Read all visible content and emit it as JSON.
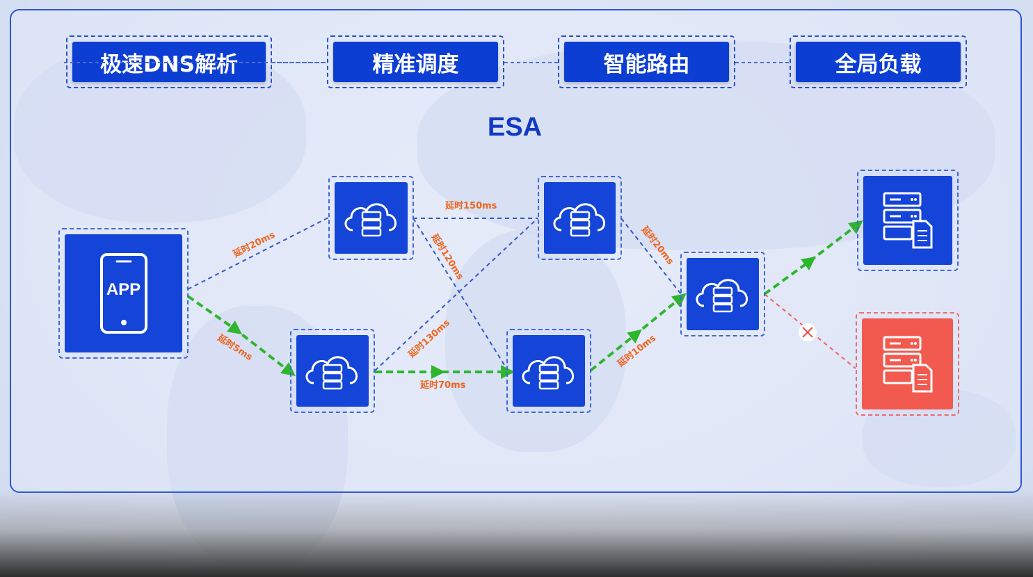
{
  "features": [
    "极速DNS解析",
    "精准调度",
    "智能路由",
    "全局负载"
  ],
  "title": "ESA",
  "app_label": "APP",
  "latency_labels": {
    "app_to_top": "延时20ms",
    "app_to_bottom": "延时5ms",
    "top_to_top": "延时150ms",
    "top_to_bottom_cross": "延时120ms",
    "bottom_to_top_cross": "延时130ms",
    "bottom_to_bottom": "延时70ms",
    "top_to_edge": "延时20ms",
    "bottom_to_edge": "延时10ms"
  },
  "colors": {
    "primary": "#1444d8",
    "feature_blue": "#0d3ed4",
    "link_blue": "#3458c8",
    "route_green": "#2fb52f",
    "label_orange": "#f0641e",
    "fail_red": "#f25a4f"
  },
  "icons": {
    "app": "smartphone-icon",
    "edge_node": "cloud-server-icon",
    "origin": "server-document-icon",
    "fail": "close-icon"
  }
}
